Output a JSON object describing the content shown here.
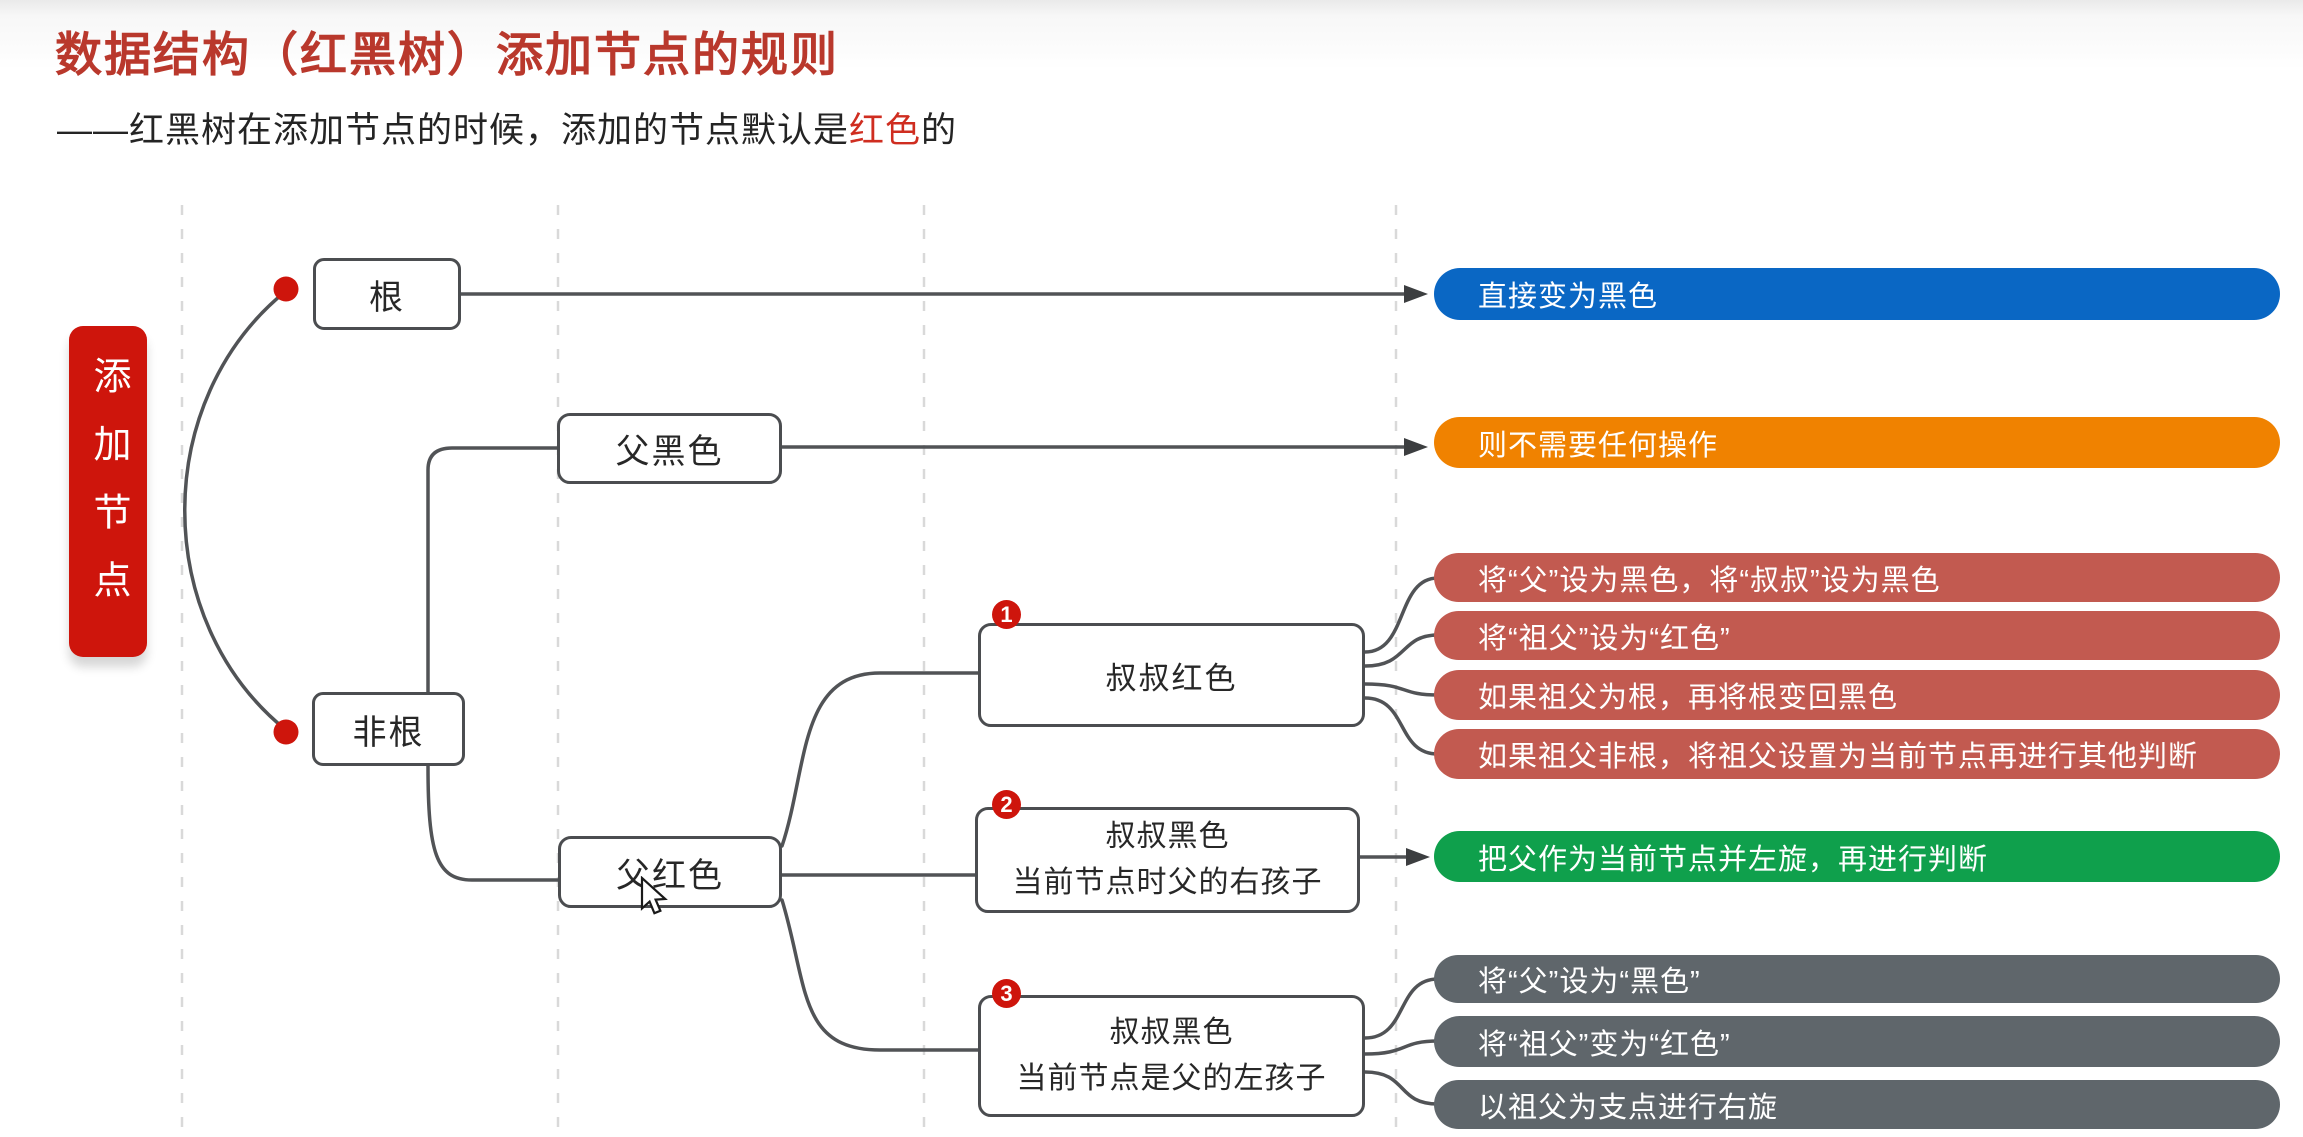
{
  "header": {
    "title": "数据结构（红黑树）添加节点的规则",
    "subtitle_prefix": "——红黑树在添加节点的时候，添加的节点默认是",
    "subtitle_highlight": "红色",
    "subtitle_suffix": "的"
  },
  "tree": {
    "root_label": "添加节点",
    "nodes": {
      "root_case": {
        "label": "根"
      },
      "nonroot_case": {
        "label": "非根"
      },
      "parent_black": {
        "label": "父黑色"
      },
      "parent_red": {
        "label": "父红色"
      },
      "uncle_red": {
        "badge": "1",
        "label": "叔叔红色"
      },
      "uncle_black_right": {
        "badge": "2",
        "line1": "叔叔黑色",
        "line2": "当前节点时父的右孩子"
      },
      "uncle_black_left": {
        "badge": "3",
        "line1": "叔叔黑色",
        "line2": "当前节点是父的左孩子"
      }
    }
  },
  "actions": {
    "root_case": "直接变为黑色",
    "parent_black": "则不需要任何操作",
    "uncle_red": [
      "将“父”设为黑色，将“叔叔”设为黑色",
      "将“祖父”设为“红色”",
      "如果祖父为根，再将根变回黑色",
      "如果祖父非根，将祖父设置为当前节点再进行其他判断"
    ],
    "uncle_black_right": "把父作为当前节点并左旋，再进行判断",
    "uncle_black_left": [
      "将“父”设为“黑色”",
      "将“祖父”变为“红色”",
      "以祖父为支点进行右旋"
    ]
  },
  "colors": {
    "title_red": "#b9382c",
    "highlight_red": "#cf2d20",
    "accent_red": "#ce150c",
    "bar_blue": "#0a67c4",
    "bar_orange": "#f08200",
    "bar_red": "#c25a50",
    "bar_green": "#0fa04c",
    "bar_gray": "#5f666b",
    "wire_gray": "#515356"
  }
}
